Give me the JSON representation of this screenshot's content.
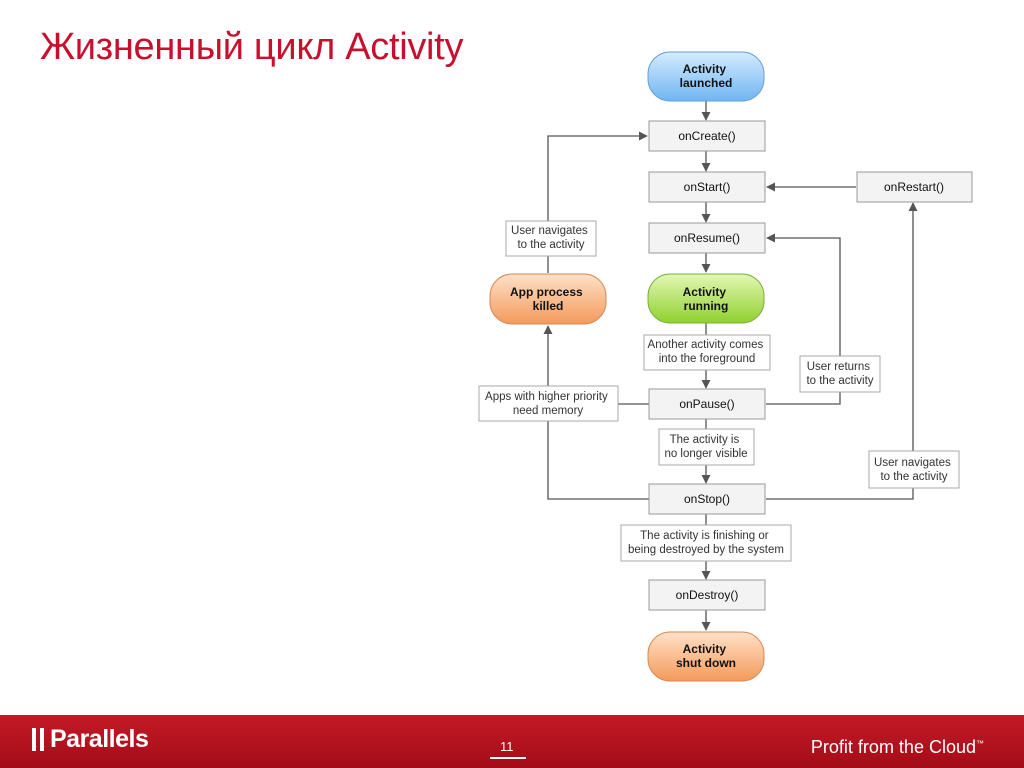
{
  "slide": {
    "title": "Жизненный цикл Activity",
    "page_number": "11",
    "footer_brand": "Parallels",
    "footer_tagline": "Profit from the Cloud",
    "footer_trademark": "™"
  },
  "colors": {
    "title": "#c8102e",
    "footer": "#b5141f",
    "launched_state": "#8ec7f7",
    "running_state": "#a9df55",
    "killed_state": "#f6ad78",
    "shutdown_state": "#f6ad78"
  },
  "diagram": {
    "states": {
      "launched": [
        "Activity",
        "launched"
      ],
      "running": [
        "Activity",
        "running"
      ],
      "killed": [
        "App process",
        "killed"
      ],
      "shutdown": [
        "Activity",
        "shut down"
      ]
    },
    "methods": {
      "on_create": "onCreate()",
      "on_start": "onStart()",
      "on_restart": "onRestart()",
      "on_resume": "onResume()",
      "on_pause": "onPause()",
      "on_stop": "onStop()",
      "on_destroy": "onDestroy()"
    },
    "labels": {
      "navigates_to_activity_left": [
        "User navigates",
        "to the activity"
      ],
      "another_activity": [
        "Another activity comes",
        "into the foreground"
      ],
      "user_returns": [
        "User returns",
        "to the activity"
      ],
      "higher_priority": [
        "Apps with higher priority",
        "need memory"
      ],
      "no_longer_visible": [
        "The activity is",
        "no longer visible"
      ],
      "navigates_to_activity_right": [
        "User navigates",
        "to the activity"
      ],
      "finishing": [
        "The activity is finishing or",
        "being destroyed by the system"
      ]
    }
  }
}
